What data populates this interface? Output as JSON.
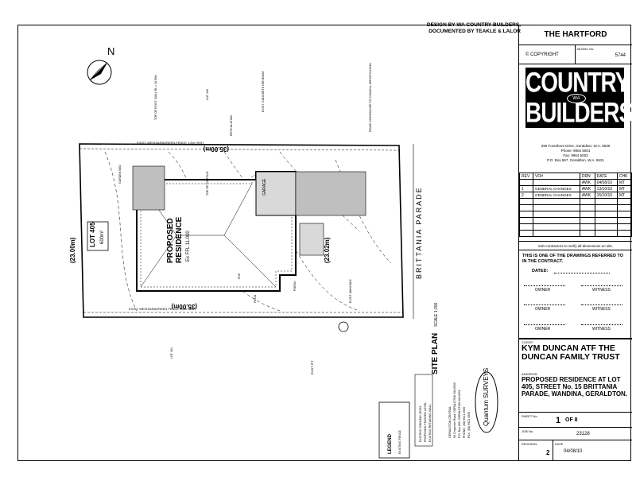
{
  "design_credit": [
    "DESIGN BY WA COUNTRY BUILDERS,",
    "DOCUMENTED BY TEAKLE & LALOR"
  ],
  "title_block": {
    "house_name": "THE HARTFORD",
    "copyright_label": "© COPYRIGHT",
    "model_label": "MODEL No.",
    "model_no": "5744",
    "logo_line1": "COUNTRY",
    "logo_line2": "BUILDERS",
    "logo_badge": "WA",
    "address_lines": [
      "290 Foreshore Drive, Geraldton, W.A. 6530",
      "Phone: 9964 5001",
      "Fax: 9964 5003",
      "P.O. Box 567, Geraldton, W.A. 6531"
    ],
    "revision_headers": [
      "REV",
      "VO#",
      "DRN",
      "DATE",
      "CHK"
    ],
    "revisions": [
      {
        "rev": "1",
        "vo": "GENERAL CHANGES",
        "drn": "AWK",
        "date": "13/10/10",
        "chk": "MT"
      },
      {
        "rev": "2",
        "vo": "GENERAL CHANGES",
        "drn": "AWK",
        "date": "15/10/10",
        "chk": "MT"
      }
    ],
    "first_row": {
      "drn": "AWK",
      "date": "04/08/10",
      "chk": "MT"
    },
    "subcontractor_note": "Sub-contractors to verify all dimensions on site.",
    "contract_note": "THIS IS ONE OF THE DRAWINGS REFERRED TO IN THE CONTRACT.",
    "dated_label": "DATED:",
    "owner_label": "OWNER",
    "witness_label": "WITNESS",
    "client_label": "CLIENT:",
    "client_name": "KYM DUNCAN ATF THE DUNCAN FAMILY TRUST",
    "address_label": "ADDRESS:",
    "address_text": "PROPOSED RESIDENCE AT LOT 405, STREET No. 15 BRITTANIA PARADE, WANDINA, GERALDTON.",
    "sheet_label": "SHEET No.",
    "sheet_value": "1",
    "sheet_of": "OF 8",
    "job_label": "JOB No.",
    "job_no": "23128",
    "revision_label": "REVISION",
    "revision_no": "2",
    "date_label": "DATE",
    "date_value": "04/08/10"
  },
  "plan": {
    "north": "N",
    "street": "BRITTANIA PARADE",
    "site_plan": "SITE PLAN",
    "scale": "SCALE 1:200",
    "proposed": [
      "PROPOSED",
      "RESIDENCE",
      "Ex FFL 11.000"
    ],
    "lot_label": [
      "LOT 405",
      "600m²"
    ],
    "garage": "GARAGE",
    "dims": {
      "top": "(35.00m)",
      "bottom": "(35.00m)",
      "left": "(23.00m)",
      "right": "(23.02m)"
    },
    "fences": {
      "top": "EXIST. MESH/ASBGREEN FENCE 1.8m HIGH",
      "bottom": "EXIST. MESH/ASBGREEN FENCE 1.8m HIGH"
    },
    "small_notes": [
      "PORCH",
      "FDH",
      "PATIO",
      "TOP OF EXIST. WALL RL = 10.95m",
      "EXIST. CONCRETE DRIVEWAY",
      "PAVED CROSSOVER TO COUNCIL SPECIFICATION",
      "EXIST. MANHOLE",
      "TOP OF FOOTING",
      "EXIST. PIT",
      "LOT 404",
      "LOT 406",
      "GARDEN BED",
      "RETICULATION"
    ],
    "legend_title": "LEGEND",
    "legend_items": [
      "EXISTING FENCE",
      "EXISTING GROUND LEVEL",
      "PROPOSED FINISHED LEVEL",
      "EXISTING RETAINING WALL"
    ],
    "surveyor": [
      "GERALDTON CENTRAL",
      "90 Chapman Road, GERALDTON WA 6530",
      "P.O. Box 600, GERALDTON WA 6531",
      "PHONE: (08) 9921 3555",
      "FAX: (08) 9921 3555"
    ],
    "surveyor_logo": "Quantum SURVEYS"
  }
}
